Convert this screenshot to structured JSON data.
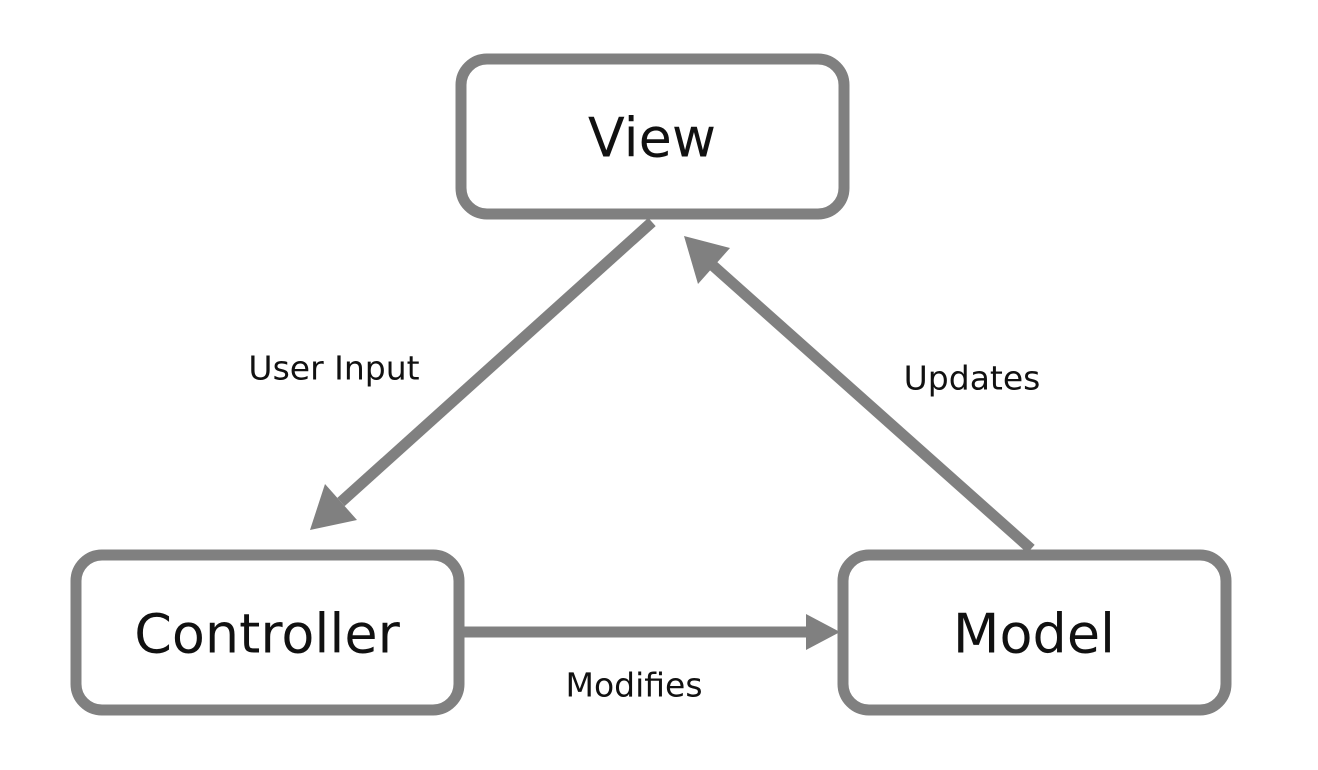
{
  "diagram": {
    "nodes": {
      "view": {
        "label": "View"
      },
      "controller": {
        "label": "Controller"
      },
      "model": {
        "label": "Model"
      }
    },
    "edges": {
      "user_input": {
        "from": "View",
        "to": "Controller",
        "label": "User Input"
      },
      "modifies": {
        "from": "Controller",
        "to": "Model",
        "label": "Modifies"
      },
      "updates": {
        "from": "Model",
        "to": "View",
        "label": "Updates"
      }
    }
  },
  "colors": {
    "stroke": "#808080",
    "text": "#111111",
    "background": "#ffffff"
  }
}
